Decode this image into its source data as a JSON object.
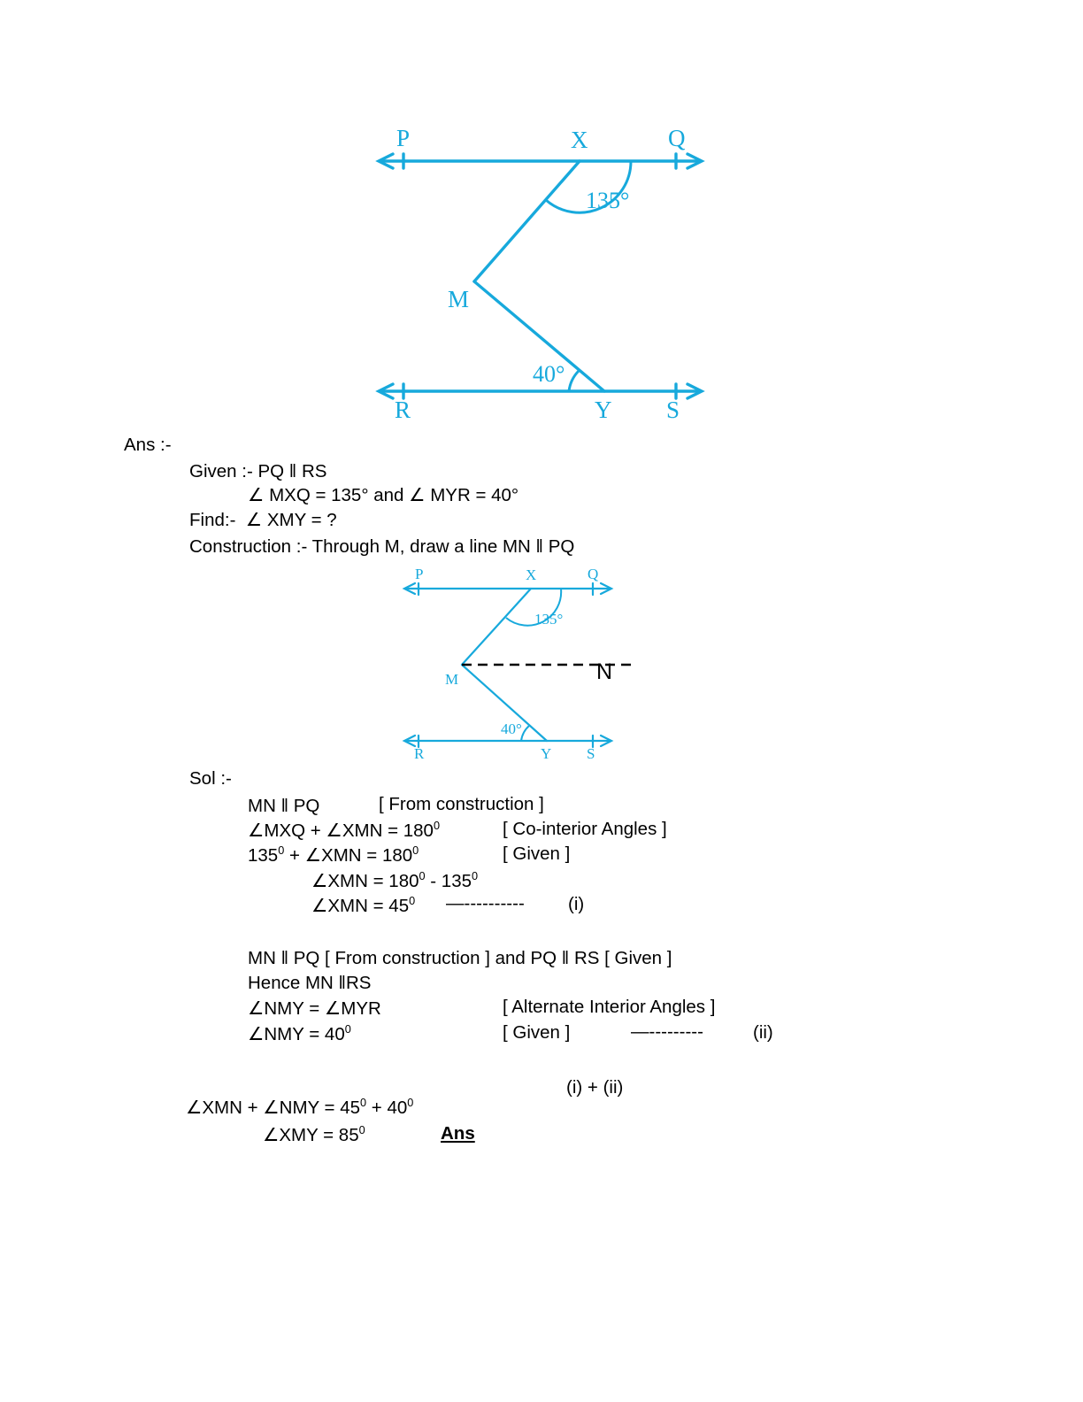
{
  "document": {
    "type": "geometry-solution-worksheet",
    "accent_color": "#17A9DC",
    "text_color": "#000000",
    "background_color": "#FFFFFF"
  },
  "figure_main": {
    "name": "zigzag-transversal-figure",
    "labels": {
      "P": "P",
      "Q": "Q",
      "X": "X",
      "M": "M",
      "R": "R",
      "S": "S",
      "Y": "Y"
    },
    "angle_at_X": "135°",
    "angle_at_Y": "40°",
    "line_top": "PQ",
    "line_bottom": "RS"
  },
  "figure_construction": {
    "name": "construction-figure-with-MN",
    "labels": {
      "P": "P",
      "Q": "Q",
      "X": "X",
      "M": "M",
      "N": "N",
      "R": "R",
      "S": "S",
      "Y": "Y"
    },
    "angle_at_X": "135°",
    "angle_at_Y": "40°",
    "construction_line": "MN",
    "construction_line_style": "dashed"
  },
  "solution": {
    "ans_heading": "Ans :-",
    "given_label": "Given :- PQ ‖ RS",
    "given_angles": "∠ MXQ = 135° and ∠ MYR = 40°",
    "find_label": "Find:-  ∠ XMY = ?",
    "construction_label": "Construction :- Through M, draw a line MN ‖ PQ",
    "sol_heading": "Sol :-",
    "steps": [
      {
        "statement": "MN ‖ PQ",
        "reason": "[ From construction ]"
      },
      {
        "statement": "∠MXQ + ∠XMN = 180",
        "statement_sup": "0",
        "reason": "[ Co-interior Angles ]"
      },
      {
        "statement": "135",
        "statement_sup": "0",
        "statement_rest": " + ∠XMN = 180",
        "statement_rest_sup": "0",
        "reason": "[ Given ]"
      },
      {
        "statement": "∠XMN = 180",
        "statement_sup": "0",
        "statement_rest": " - 135",
        "statement_rest_sup": "0"
      },
      {
        "statement": "∠XMN = 45",
        "statement_sup": "0",
        "separator": "—----------",
        "ref": "(i)"
      }
    ],
    "block2": {
      "line1": "MN ‖ PQ [ From construction ] and PQ ‖ RS [ Given ]",
      "line2": "Hence MN ‖RS",
      "line3_statement": "∠NMY = ∠MYR",
      "line3_reason": "[ Alternate Interior Angles ]",
      "line4_statement": "∠NMY = 40",
      "line4_sup": "0",
      "line4_reason": "[ Given ]",
      "line4_separator": "—---------",
      "line4_ref": "(ii)"
    },
    "combine_note": "(i) + (ii)",
    "final_line1": "∠XMN + ∠NMY = 45",
    "final_line1_sup": "0",
    "final_line1_rest": " + 40",
    "final_line1_rest_sup": "0",
    "final_line2": "∠XMY = 85",
    "final_line2_sup": "0",
    "final_answer_word": "Ans"
  }
}
